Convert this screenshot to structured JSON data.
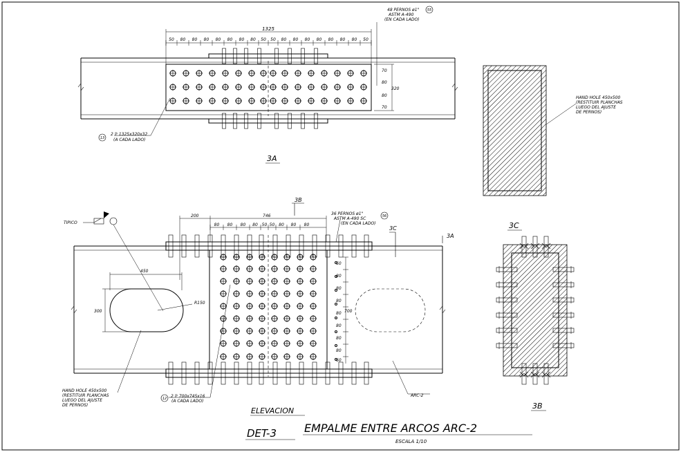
{
  "view_3a": {
    "overall_dim": "1325",
    "spacings": [
      "50",
      "80",
      "80",
      "80",
      "80",
      "80",
      "80",
      "80",
      "50",
      "50",
      "80",
      "80",
      "80",
      "80",
      "80",
      "80",
      "80",
      "50"
    ],
    "bolts_note": [
      "48 PERNOS ø1\"",
      "ASTM A-490",
      "(EN CADA LADO)"
    ],
    "bolts_ref": "55",
    "plate_note": [
      "2 ℙ 1325x320x32",
      "(A CADA LADO)"
    ],
    "plate_ref": "13",
    "right_dims": [
      "70",
      "80",
      "80",
      "70"
    ],
    "height_dim": "320",
    "label": "3A"
  },
  "section_right": {
    "note": [
      "HAND HOLE 450x500",
      "(RESTITUIR PLANCHAS",
      "LUEGO DEL AJUSTE",
      "DE PERNOS)"
    ]
  },
  "elevation": {
    "tipico": "TIPICO",
    "label_3b": "3B",
    "label_3c": "3C",
    "label_3a": "3A",
    "dim_200": "200",
    "dim_746": "746",
    "spacings": [
      "80",
      "80",
      "80",
      "80",
      "50",
      "50",
      "80",
      "80",
      "80"
    ],
    "bolts_note": [
      "36 PERNOS ø1\"",
      "ASTM A-490 SC",
      "(EN CADA LADO)"
    ],
    "bolts_ref": "56",
    "dim_450": "450",
    "dim_300": "300",
    "radius": "R150",
    "vert_dims": [
      "60",
      "80",
      "80",
      "80",
      "80",
      "80",
      "80",
      "80",
      "60"
    ],
    "height_dim": "700",
    "hand_hole_note": [
      "HAND HOLE 450x500",
      "(RESTITUIR PLANCHAS",
      "LUEGO DEL AJUSTE",
      "DE PERNOS)"
    ],
    "plate_note": [
      "2 ℙ 700x745x16",
      "(A CADA LADO)"
    ],
    "plate_ref": "12",
    "arc_label": "ARC-2",
    "title": "ELEVACION"
  },
  "section_3c": {
    "top_label": "3C",
    "bottom_label": "3B"
  },
  "title_block": {
    "det": "DET-3",
    "title": "EMPALME ENTRE ARCOS ARC-2",
    "scale": "ESCALA 1/10"
  }
}
